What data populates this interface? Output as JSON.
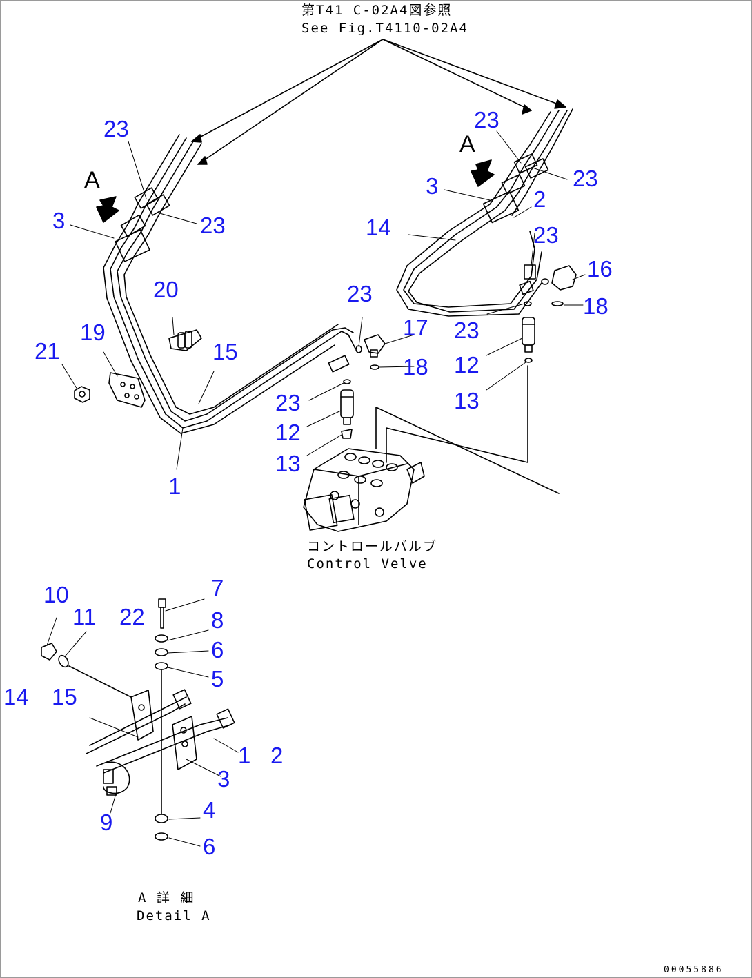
{
  "reference": {
    "jp": "第T41 C-02A4図参照",
    "en": "See Fig.T4110-02A4"
  },
  "control_valve": {
    "jp": "コントロールバルブ",
    "en": "Control Velve"
  },
  "detail": {
    "jp": "A 詳 細",
    "en": "Detail A"
  },
  "view_marks": [
    "A",
    "A"
  ],
  "callouts": [
    "23",
    "23",
    "3",
    "23",
    "1",
    "20",
    "19",
    "21",
    "15",
    "23",
    "23",
    "3",
    "2",
    "14",
    "23",
    "16",
    "18",
    "23",
    "17",
    "18",
    "12",
    "13",
    "23",
    "12",
    "13",
    "10",
    "11",
    "22",
    "7",
    "8",
    "6",
    "5",
    "14",
    "15",
    "1",
    "2",
    "3",
    "9",
    "4",
    "6"
  ],
  "part_number": "00055886",
  "colors": {
    "callout": "#1a1aef",
    "line": "#000000",
    "frame": "#9a9a9a"
  }
}
